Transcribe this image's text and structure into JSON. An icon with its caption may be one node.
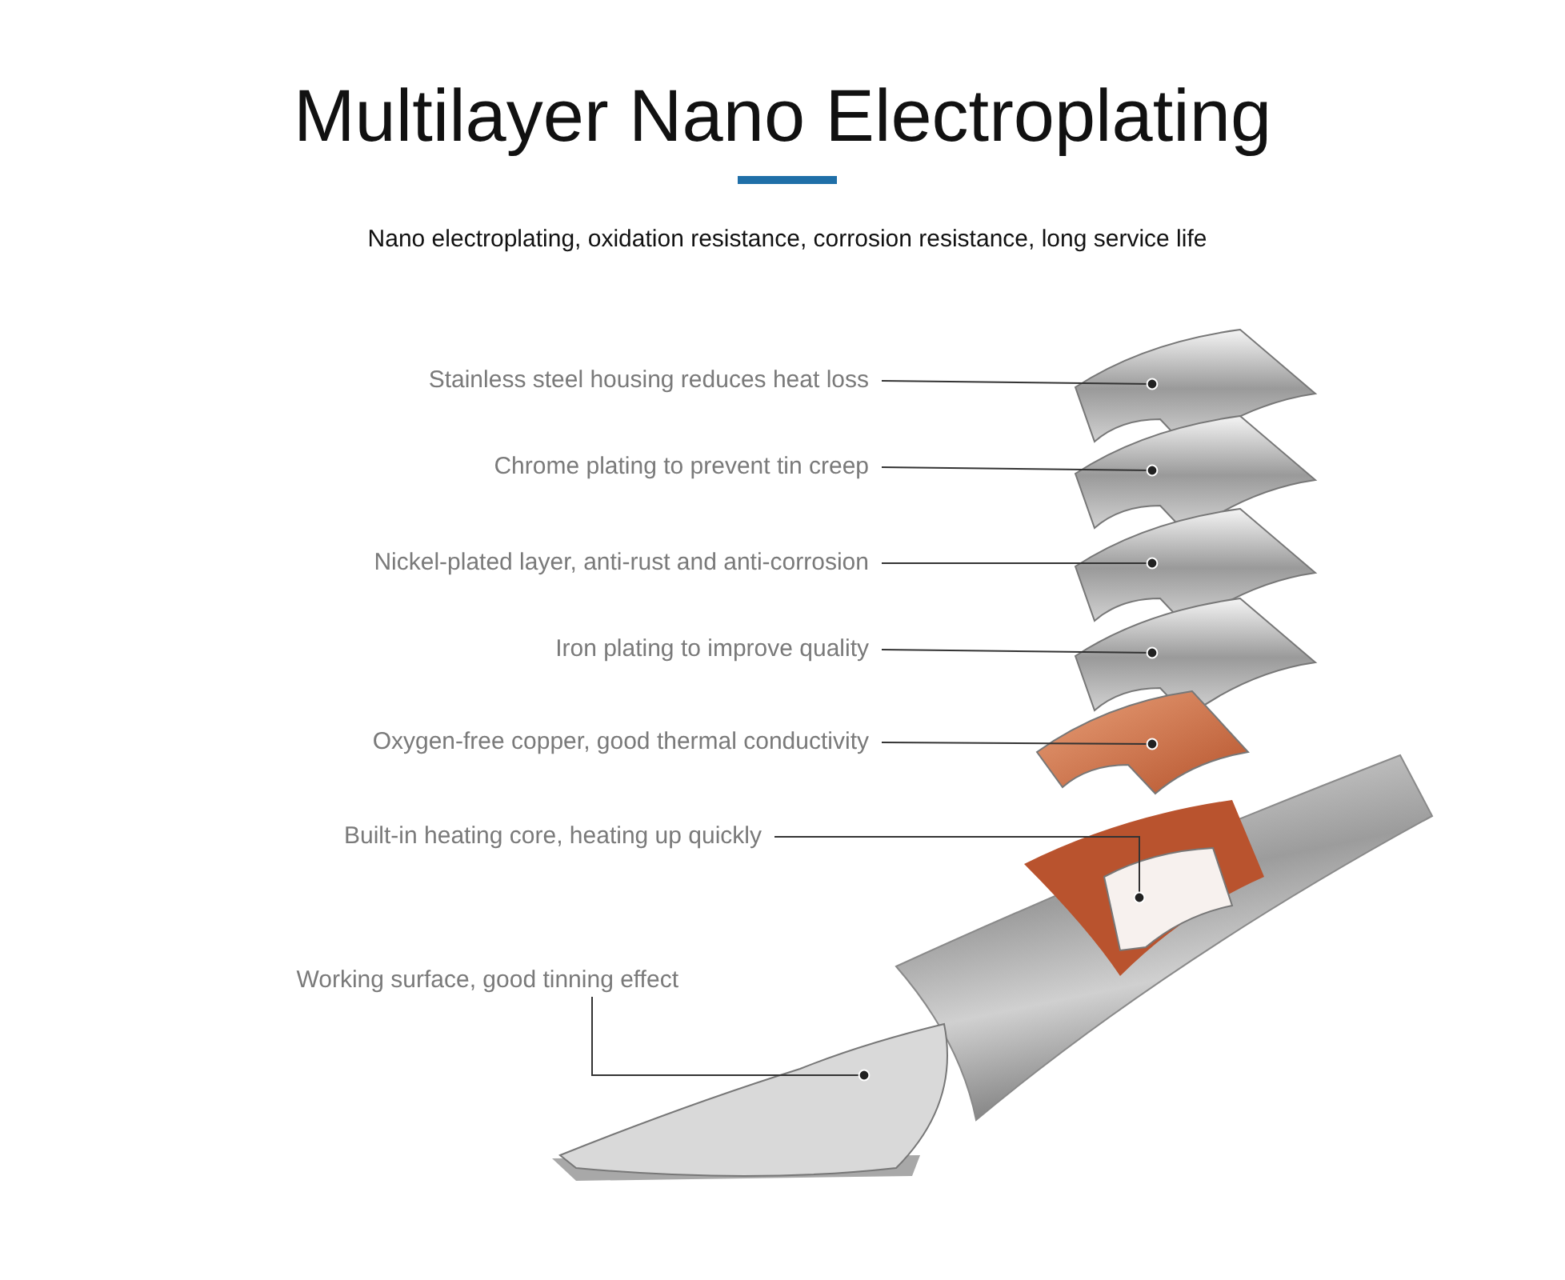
{
  "diagram": {
    "title": "Multilayer Nano Electroplating",
    "nodes": [
      {
        "text": [
          "Stainless steel housing reduces heat loss"
        ]
      },
      {
        "text": [
          "Chrome plating to prevent tin creep"
        ]
      },
      {
        "text": [
          "Nickel-plated layer, anti-rust and anti-corrosion"
        ]
      },
      {
        "text": [
          "Iron plating to improve quality"
        ]
      },
      {
        "text": [
          "Oxygen-free copper, good thermal conductivity"
        ]
      },
      {
        "text": [
          "Built-in heating core, heating up quickly"
        ]
      },
      {
        "text": [
          "Working surface, good tinning effect"
        ]
      },
      {
        "text": [],
        "shape": "picture"
      },
      {
        "text": [],
        "shape": "picture"
      },
      {
        "text": [],
        "shape": "picture"
      },
      {
        "text": [],
        "shape": "picture"
      },
      {
        "text": [],
        "shape": "picture"
      },
      {
        "text": [],
        "shape": "picture"
      },
      {
        "text": [],
        "shape": "picture"
      }
    ],
    "edges": [
      {
        "from": 0,
        "to": 7,
        "arrow": "other"
      },
      {
        "from": 1,
        "to": 8,
        "arrow": "other"
      },
      {
        "from": 2,
        "to": 9,
        "arrow": "other"
      },
      {
        "from": 3,
        "to": 10,
        "arrow": "other"
      },
      {
        "from": 4,
        "to": 11,
        "arrow": "other"
      },
      {
        "from": 5,
        "to": 12,
        "arrow": "other"
      },
      {
        "from": 6,
        "to": 13,
        "arrow": "other"
      }
    ],
    "labels": [
      "Nano electroplating, oxidation resistance, corrosion resistance, long service life"
    ]
  }
}
